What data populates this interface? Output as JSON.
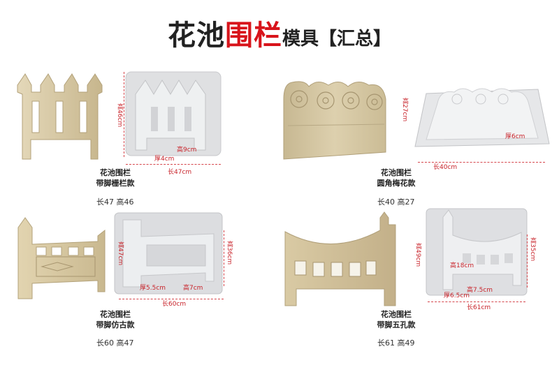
{
  "title": {
    "part1": "花池",
    "part2": "围栏",
    "part3": "模具",
    "part4": "【汇总】"
  },
  "colors": {
    "accent": "#d8141b",
    "product": "#d9cba8",
    "mold": "#e3e4e6",
    "dimension": "#c8232a"
  },
  "products": [
    {
      "name": "花池围栏",
      "model": "带脚栅栏款",
      "size": "长47 高46",
      "dims": {
        "height": "高46cm",
        "length": "长47cm",
        "inner_height": "高9cm",
        "thickness": "厚4cm"
      }
    },
    {
      "name": "花池围栏",
      "model": "圆角梅花款",
      "size": "长40 高27",
      "dims": {
        "height": "高27cm",
        "length": "长40cm",
        "thickness": "厚6cm"
      }
    },
    {
      "name": "花池围栏",
      "model": "带脚仿古款",
      "size": "长60 高47",
      "dims": {
        "height": "高47cm",
        "height2": "高36cm",
        "length": "长60cm",
        "thickness": "厚5.5cm",
        "inner_height": "高7cm"
      }
    },
    {
      "name": "花池围栏",
      "model": "带脚五孔款",
      "size": "长61 高49",
      "dims": {
        "height": "高49cm",
        "height2": "高35cm",
        "length": "长61cm",
        "inner_height": "高18cm",
        "thickness": "厚6.5cm",
        "inner_length": "高7.5cm"
      }
    }
  ]
}
